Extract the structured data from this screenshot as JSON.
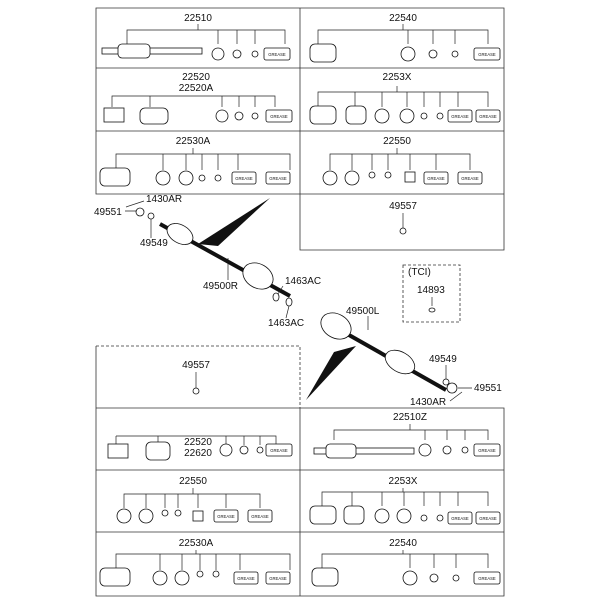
{
  "grease_label": "GREASE",
  "upper_panels": {
    "p22510": {
      "code": "22510"
    },
    "p22540": {
      "code": "22540"
    },
    "p22520": {
      "code": "22520",
      "code2": "22520A"
    },
    "p2253x": {
      "code": "2253X"
    },
    "p22530a": {
      "code": "22530A"
    },
    "p22550": {
      "code": "22550"
    },
    "p49557": {
      "code": "49557"
    }
  },
  "callouts": {
    "c1430ar_left": "1430AR",
    "c49551_left": "49551",
    "c49549_left": "49549",
    "c49500r": "49500R",
    "c1463ac_top": "1463AC",
    "c1463ac_bottom": "1463AC",
    "tci": "(TCI)",
    "c14893": "14893",
    "c49500l": "49500L",
    "c49549_right": "49549",
    "c49551_right": "49551",
    "c1430ar_right": "1430AR"
  },
  "lower_panels": {
    "p49557": {
      "code": "49557"
    },
    "p22520": {
      "code": "22520",
      "code2": "22620"
    },
    "p22510z": {
      "code": "22510Z"
    },
    "p22550": {
      "code": "22550"
    },
    "p2253x": {
      "code": "2253X"
    },
    "p22530a": {
      "code": "22530A"
    },
    "p22540": {
      "code": "22540"
    }
  }
}
